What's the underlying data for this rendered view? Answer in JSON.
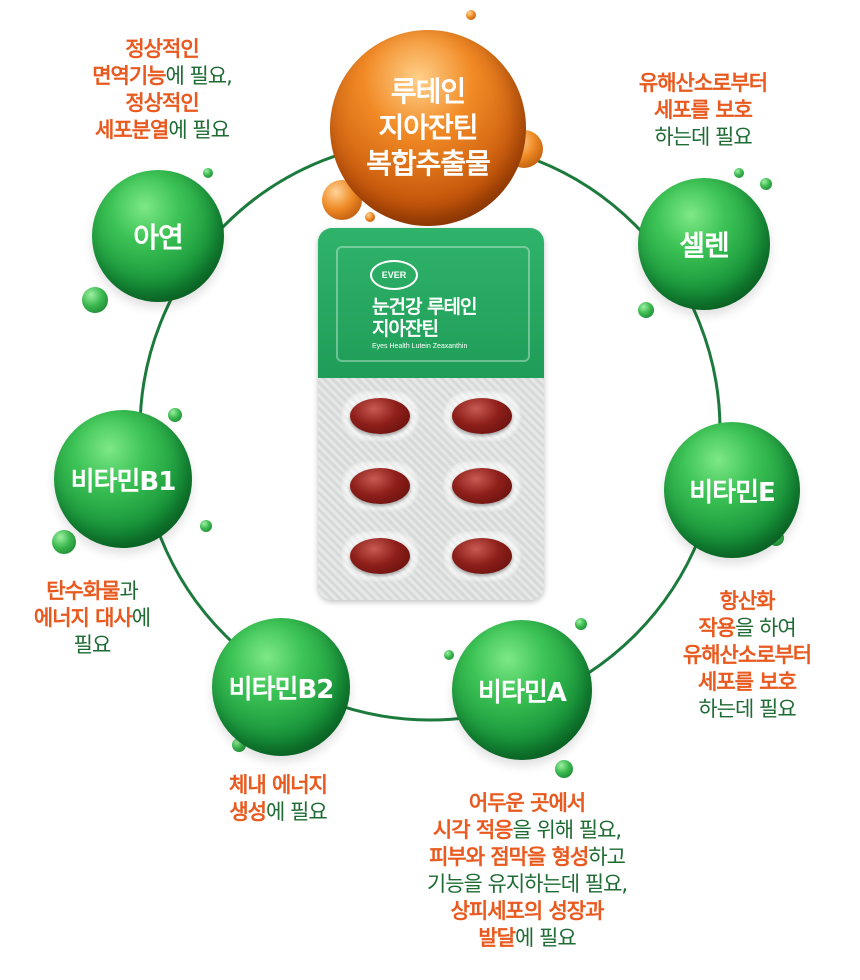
{
  "center": {
    "lines": [
      "루테인",
      "지아잔틴",
      "복합추출물"
    ]
  },
  "pack": {
    "logo": "EVER",
    "title_lines": [
      "눈건강 루테인",
      "지아잔틴"
    ],
    "subtitle": "Eyes Health Lutein Zeaxanthin"
  },
  "nutrients": {
    "zinc": "아연",
    "selenium": "셀렌",
    "vitamin_b1": "비타민B1",
    "vitamin_e": "비타민E",
    "vitamin_b2": "비타민B2",
    "vitamin_a": "비타민A"
  },
  "descriptions": {
    "zinc": [
      [
        {
          "t": "정상적인",
          "h": true
        }
      ],
      [
        {
          "t": "면역기능",
          "h": true
        },
        {
          "t": "에 필요,",
          "h": false
        }
      ],
      [
        {
          "t": "정상적인",
          "h": true
        }
      ],
      [
        {
          "t": "세포분열",
          "h": true
        },
        {
          "t": "에 필요",
          "h": false
        }
      ]
    ],
    "selenium": [
      [
        {
          "t": "유해산소로부터",
          "h": true
        }
      ],
      [
        {
          "t": "세포를 보호",
          "h": true
        }
      ],
      [
        {
          "t": "하는데 필요",
          "h": false
        }
      ]
    ],
    "vitamin_b1": [
      [
        {
          "t": "탄수화물",
          "h": true
        },
        {
          "t": "과",
          "h": false
        }
      ],
      [
        {
          "t": "에너지 대사",
          "h": true
        },
        {
          "t": "에",
          "h": false
        }
      ],
      [
        {
          "t": "필요",
          "h": false
        }
      ]
    ],
    "vitamin_e": [
      [
        {
          "t": "항산화",
          "h": true
        }
      ],
      [
        {
          "t": "작용",
          "h": true
        },
        {
          "t": "을 하여",
          "h": false
        }
      ],
      [
        {
          "t": "유해산소로부터",
          "h": true
        }
      ],
      [
        {
          "t": "세포를 보호",
          "h": true
        }
      ],
      [
        {
          "t": "하는데 필요",
          "h": false
        }
      ]
    ],
    "vitamin_b2": [
      [
        {
          "t": "체내 에너지",
          "h": true
        }
      ],
      [
        {
          "t": "생성",
          "h": true
        },
        {
          "t": "에 필요",
          "h": false
        }
      ]
    ],
    "vitamin_a": [
      [
        {
          "t": "어두운 곳에서",
          "h": true
        }
      ],
      [
        {
          "t": "시각 적응",
          "h": true
        },
        {
          "t": "을 위해 필요,",
          "h": false
        }
      ],
      [
        {
          "t": "피부와 점막을 형성",
          "h": true
        },
        {
          "t": "하고",
          "h": false
        }
      ],
      [
        {
          "t": "기능을 유지하는데 필요,",
          "h": false
        }
      ],
      [
        {
          "t": "상피세포의 성장과",
          "h": true
        }
      ],
      [
        {
          "t": "발달",
          "h": true
        },
        {
          "t": "에 필요",
          "h": false
        }
      ]
    ]
  },
  "colors": {
    "highlight": "#e85a1f",
    "normal": "#1e6b34",
    "ring": "#1b7a3c"
  }
}
